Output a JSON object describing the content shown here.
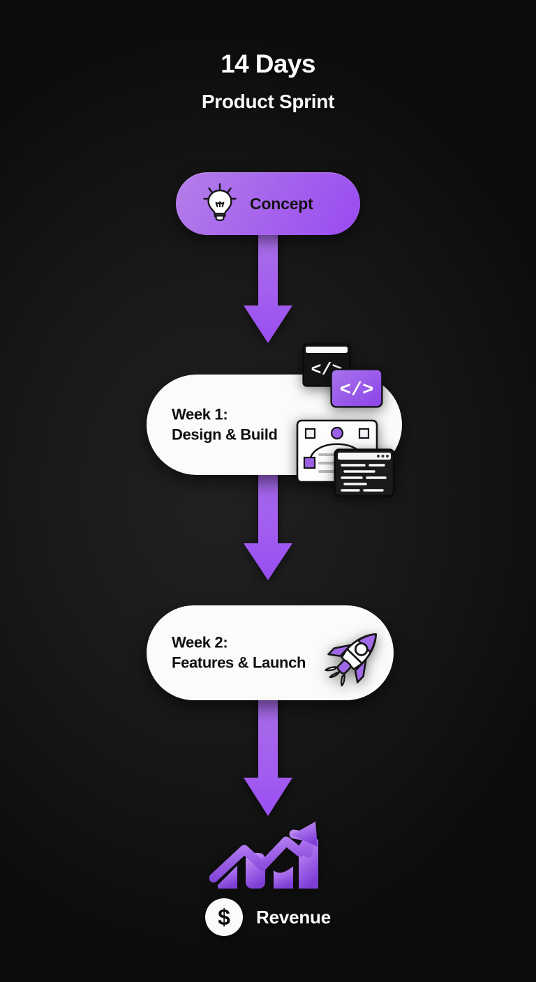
{
  "theme": {
    "background": "#141414",
    "purple_light": "#b47eea",
    "purple_mid": "#a868ec",
    "purple_deep": "#9a4bf1",
    "card_white": "#fbfbfa",
    "text_dark": "#101010",
    "text_light": "#fdfdfd"
  },
  "header": {
    "title": "14 Days",
    "subtitle": "Product Sprint"
  },
  "flow": {
    "concept": {
      "label": "Concept",
      "icon": "lightbulb-icon"
    },
    "arrow1": {
      "icon": "arrow-down-icon"
    },
    "week1": {
      "line1": "Week 1:",
      "line2": "Design & Build",
      "text": "Week 1:\nDesign & Build",
      "stickers": [
        {
          "name": "code-window-dark-icon",
          "glyph": "</>"
        },
        {
          "name": "code-card-purple-icon",
          "glyph": "</>"
        },
        {
          "name": "vector-design-window-icon",
          "glyph": "bezier-curve"
        },
        {
          "name": "code-editor-window-icon",
          "glyph": "code-lines"
        }
      ]
    },
    "arrow2": {
      "icon": "arrow-down-icon"
    },
    "week2": {
      "line1": "Week 2:",
      "line2": "Features & Launch",
      "text": "Week 2:\nFeatures & Launch",
      "sticker": {
        "name": "rocket-icon"
      }
    },
    "arrow3": {
      "icon": "arrow-down-icon"
    },
    "growth": {
      "icon": "growth-chart-icon",
      "bars": 4,
      "trend": "upward"
    },
    "revenue": {
      "badge": "$",
      "label": "Revenue"
    }
  }
}
